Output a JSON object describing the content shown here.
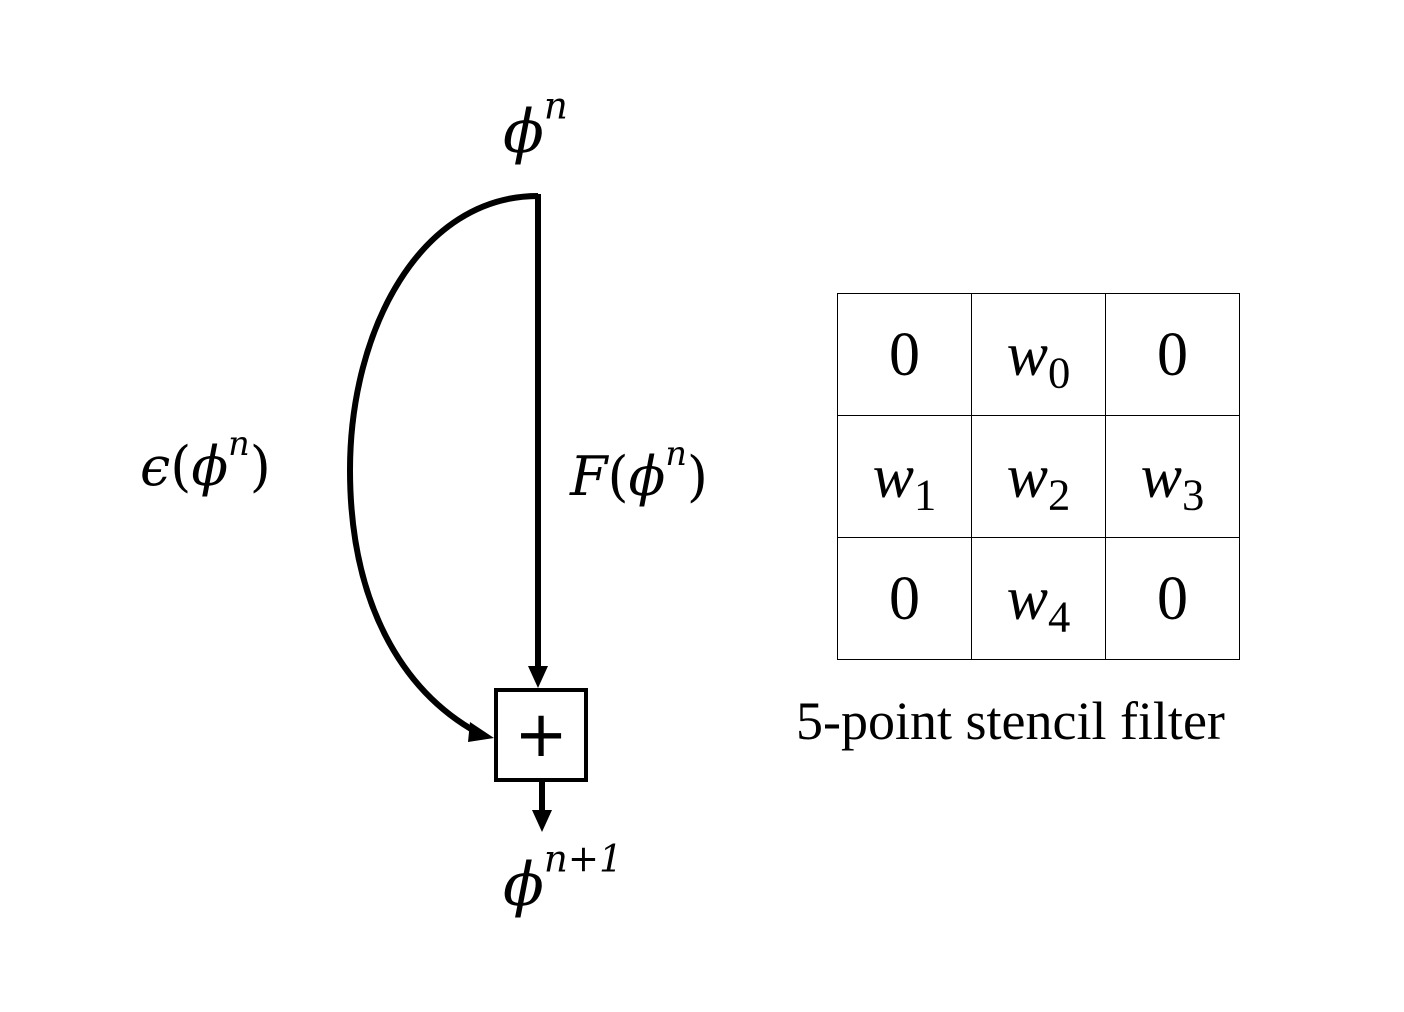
{
  "flow": {
    "input": {
      "symbol": "ϕ",
      "superscript": "n"
    },
    "left_branch": {
      "func": "ϵ",
      "arg_symbol": "ϕ",
      "arg_superscript": "n"
    },
    "right_branch": {
      "func": "F",
      "arg_symbol": "ϕ",
      "arg_superscript": "n"
    },
    "combiner": "+",
    "output": {
      "symbol": "ϕ",
      "superscript": "n+1"
    }
  },
  "stencil": {
    "rows": [
      [
        {
          "text": "0"
        },
        {
          "var": "w",
          "sub": "0"
        },
        {
          "text": "0"
        }
      ],
      [
        {
          "var": "w",
          "sub": "1"
        },
        {
          "var": "w",
          "sub": "2"
        },
        {
          "var": "w",
          "sub": "3"
        }
      ],
      [
        {
          "text": "0"
        },
        {
          "var": "w",
          "sub": "4"
        },
        {
          "text": "0"
        }
      ]
    ],
    "caption": "5-point stencil filter"
  }
}
